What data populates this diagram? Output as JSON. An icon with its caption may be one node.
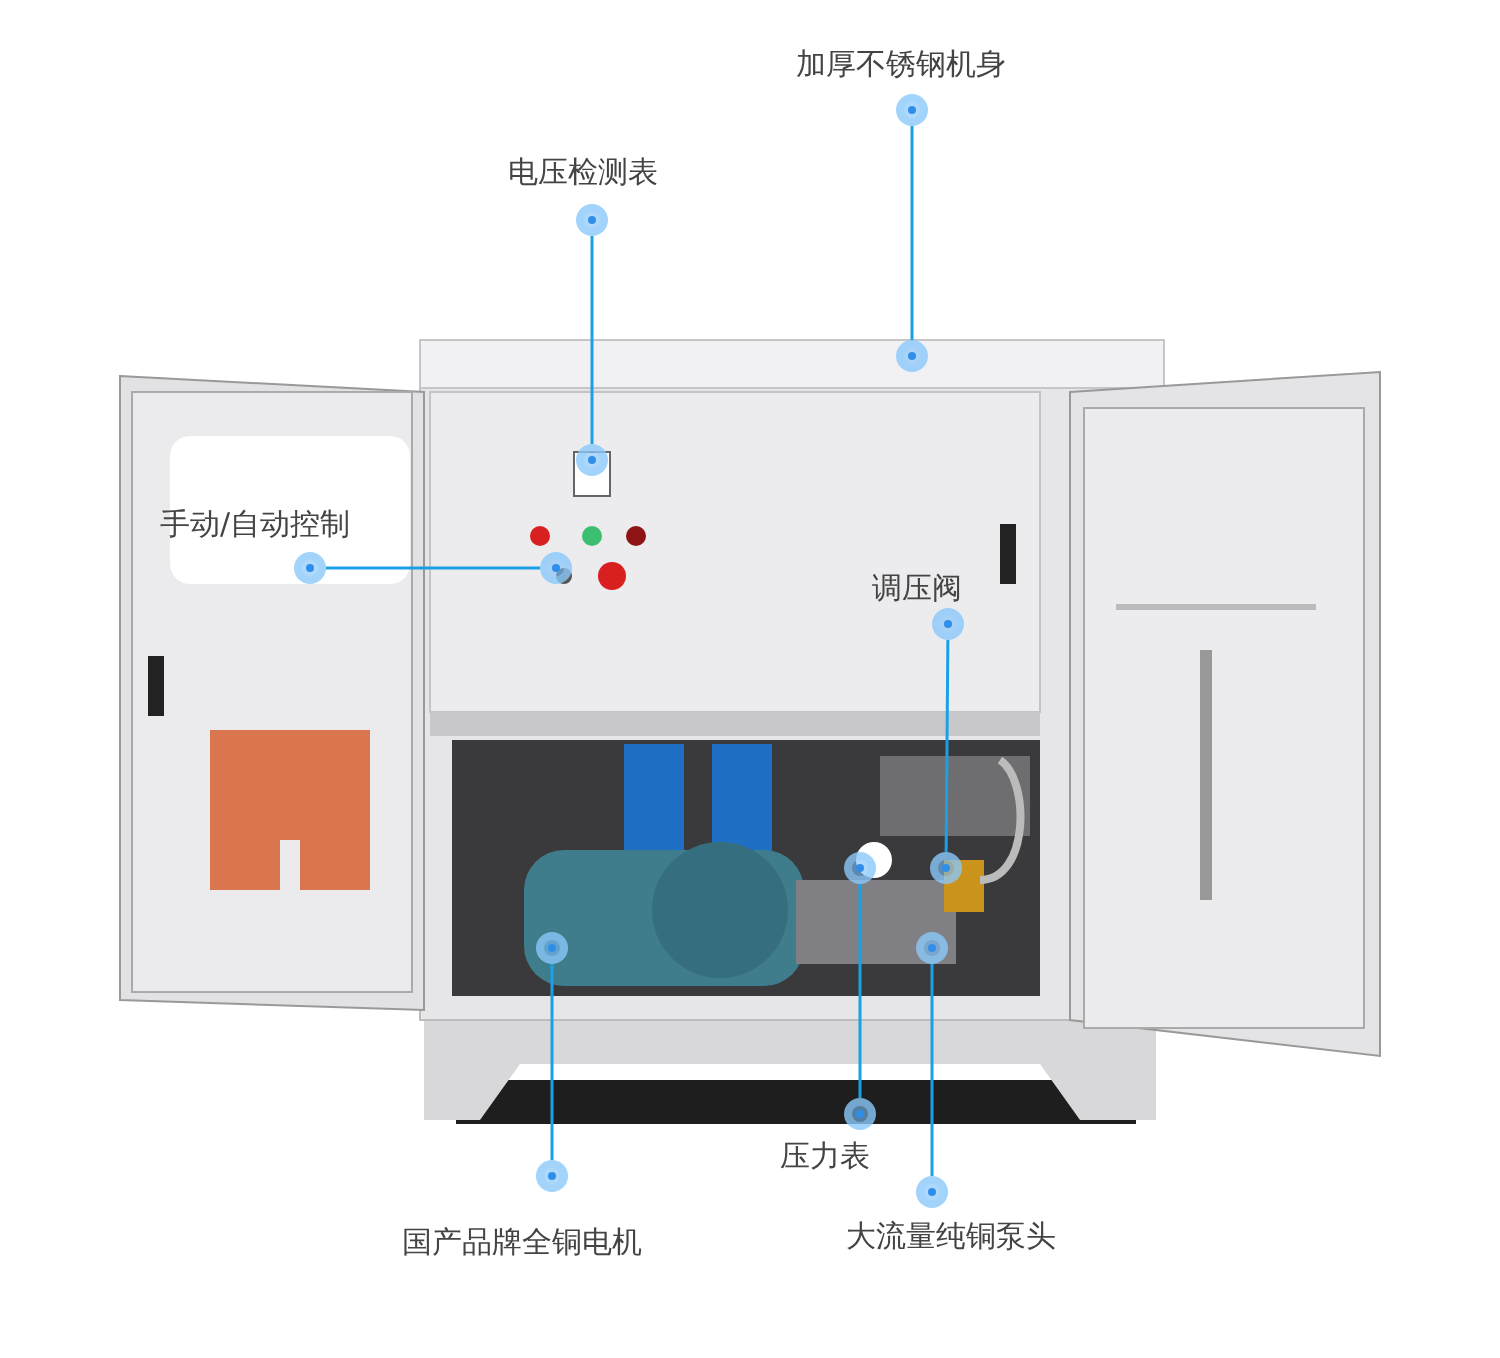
{
  "diagram": {
    "nodes": [
      {
        "text": [
          "加厚不锈钢机身"
        ]
      },
      {
        "text": [
          "电压检测表"
        ]
      },
      {
        "text": [
          "手动/自动控制"
        ]
      },
      {
        "text": [
          "调压阀"
        ]
      },
      {
        "text": [
          "压力表"
        ]
      },
      {
        "text": [
          "国产品牌全铜电机"
        ]
      },
      {
        "text": [
          "大流量纯铜泵头"
        ]
      },
      {
        "text": [],
        "shape": "circle"
      },
      {
        "text": [],
        "shape": "circle"
      },
      {
        "text": [],
        "shape": "circle"
      },
      {
        "text": [],
        "shape": "circle"
      },
      {
        "text": [],
        "shape": "circle"
      },
      {
        "text": [],
        "shape": "circle"
      },
      {
        "text": [],
        "shape": "circle"
      }
    ],
    "edges": [
      {
        "from": 0,
        "to": 7,
        "arrow": "none"
      },
      {
        "from": 1,
        "to": 8,
        "arrow": "none"
      },
      {
        "from": 2,
        "to": 9,
        "arrow": "none"
      },
      {
        "from": 3,
        "to": 10,
        "arrow": "none"
      },
      {
        "from": 4,
        "to": 11,
        "arrow": "none"
      },
      {
        "from": 5,
        "to": 12,
        "arrow": "none"
      },
      {
        "from": 6,
        "to": 13,
        "arrow": "none"
      }
    ]
  }
}
